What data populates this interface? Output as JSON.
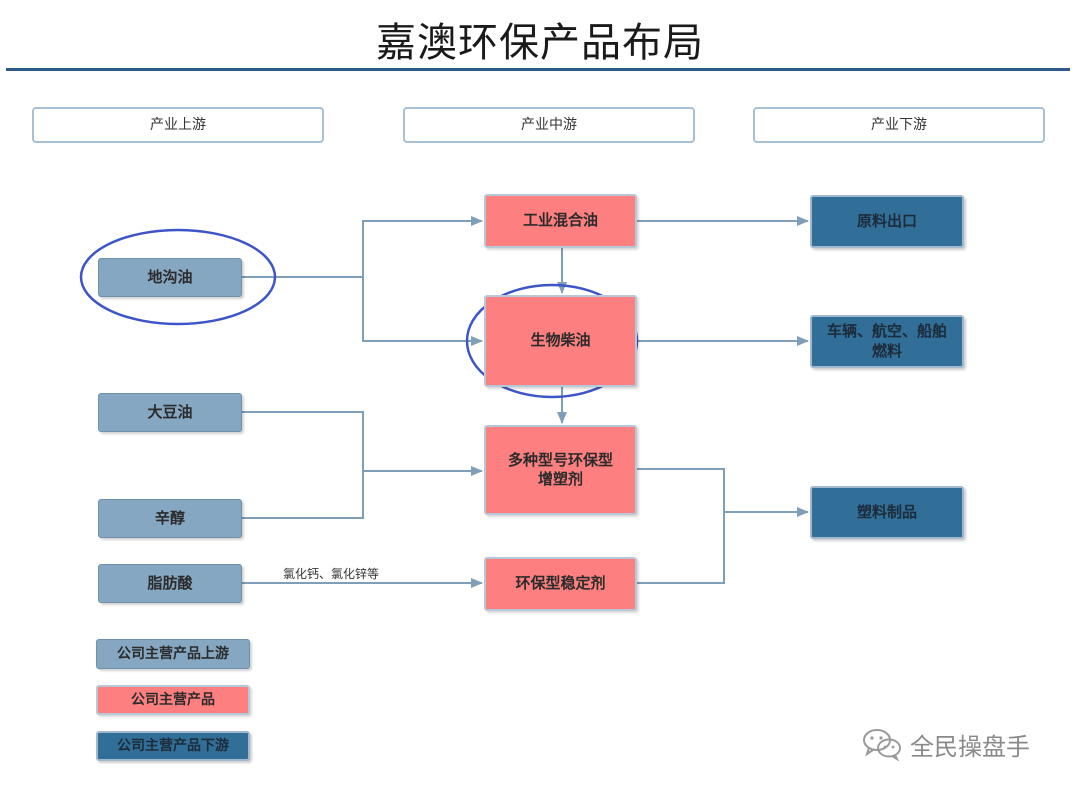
{
  "title": "嘉澳环保产品布局",
  "headers": {
    "upstream": "产业上游",
    "midstream": "产业中游",
    "downstream": "产业下游"
  },
  "nodes": {
    "gutter_oil": "地沟油",
    "soybean_oil": "大豆油",
    "octanol": "辛醇",
    "fatty_acid": "脂肪酸",
    "industrial_blend_oil": "工业混合油",
    "biodiesel": "生物柴油",
    "plasticizer": "多种型号环保型增塑剂",
    "stabilizer": "环保型稳定剂",
    "raw_export": "原料出口",
    "vehicle_fuel": "车辆、航空、船舶燃料",
    "plastic_products": "塑料制品"
  },
  "edge_labels": {
    "fatty_acid_to_stabilizer": "氯化钙、氯化锌等"
  },
  "legend": {
    "upstream": "公司主营产品上游",
    "product": "公司主营产品",
    "downstream": "公司主营产品下游"
  },
  "watermark": "全民操盘手",
  "colors": {
    "upstream": "#86a7c1",
    "product": "#fe7f7f",
    "downstream": "#316e98",
    "connector": "#7f9fb9",
    "highlight_ellipse": "#3d55c8",
    "title_rule": "#2e5a88"
  }
}
